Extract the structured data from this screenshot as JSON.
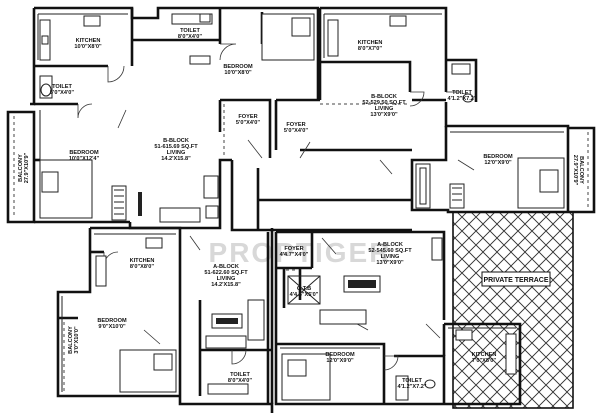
{
  "watermark": "PROPTIGER",
  "rooms": [
    {
      "id": "kitchen-tl",
      "name": "KITCHEN",
      "dim": "10'0\"X8'0\""
    },
    {
      "id": "toilet-tl",
      "name": "TOILET",
      "dim": "5'0\"X4'0\""
    },
    {
      "id": "toilet-top",
      "name": "TOILET",
      "dim": "8'0\"X4'0\""
    },
    {
      "id": "bedroom-top",
      "name": "BEDROOM",
      "dim": "10'0\"X8'0\""
    },
    {
      "id": "kitchen-tr",
      "name": "KITCHEN",
      "dim": "8'0\"X7'0\""
    },
    {
      "id": "toilet-tr",
      "name": "TOILET",
      "dim": "4'1.2\"X7.2\""
    },
    {
      "id": "bedroom-left",
      "name": "BEDROOM",
      "dim": "10'0\"X12'4\""
    },
    {
      "id": "foyer-1",
      "name": "FOYER",
      "dim": "5'0\"X4'0\""
    },
    {
      "id": "foyer-2",
      "name": "FOYER",
      "dim": "5'0\"X4'0\""
    },
    {
      "id": "bedroom-right",
      "name": "BEDROOM",
      "dim": "12'0\"X9'0\""
    },
    {
      "id": "foyer-3",
      "name": "FOYER",
      "dim": "4'4.7\"X4'0\""
    },
    {
      "id": "kitchen-ml",
      "name": "KITCHEN",
      "dim": "8'0\"X8'0\""
    },
    {
      "id": "bedroom-bl",
      "name": "BEDROOM",
      "dim": "9'0\"X10'0\""
    },
    {
      "id": "otb",
      "name": "O.T.B",
      "dim": "4'4.5\"X5'0\""
    },
    {
      "id": "toilet-bl",
      "name": "TOILET",
      "dim": "8'0\"X4'0\""
    },
    {
      "id": "bedroom-bm",
      "name": "BEDROOM",
      "dim": "12'0\"X9'0\""
    },
    {
      "id": "kitchen-br",
      "name": "KITCHEN",
      "dim": "7'0\"X8'0\""
    },
    {
      "id": "toilet-br",
      "name": "TOILET",
      "dim": "4'1.2\"X7.2\""
    }
  ],
  "blocks": [
    {
      "id": "b-block-left",
      "block": "B-BLOCK",
      "area": "51-615.69 SQ.FT",
      "room": "LIVING",
      "dim": "14.2'X15.8\""
    },
    {
      "id": "b-block-right",
      "block": "B-BLOCK",
      "area": "52-529.50 SQ.FT",
      "room": "LIVING",
      "dim": "13'0\"X9'0\""
    },
    {
      "id": "a-block-left",
      "block": "A-BLOCK",
      "area": "51-622.60 SQ.FT",
      "room": "LIVING",
      "dim": "14.2'X15.8\""
    },
    {
      "id": "a-block-right",
      "block": "A-BLOCK",
      "area": "52-545.60 SQ.FT",
      "room": "LIVING",
      "dim": "13'0\"X9'0\""
    }
  ],
  "balconies": [
    {
      "id": "balcony-left",
      "name": "BALCONY",
      "dim": "27.9\"X10'9\""
    },
    {
      "id": "balcony-right",
      "name": "BALCONY",
      "dim": "27.9\"X10'9\""
    },
    {
      "id": "balcony-bl",
      "name": "BALCONY",
      "dim": "3'0\"X10'0\""
    }
  ],
  "terrace": {
    "name": "PRIVATE TERRACE"
  }
}
